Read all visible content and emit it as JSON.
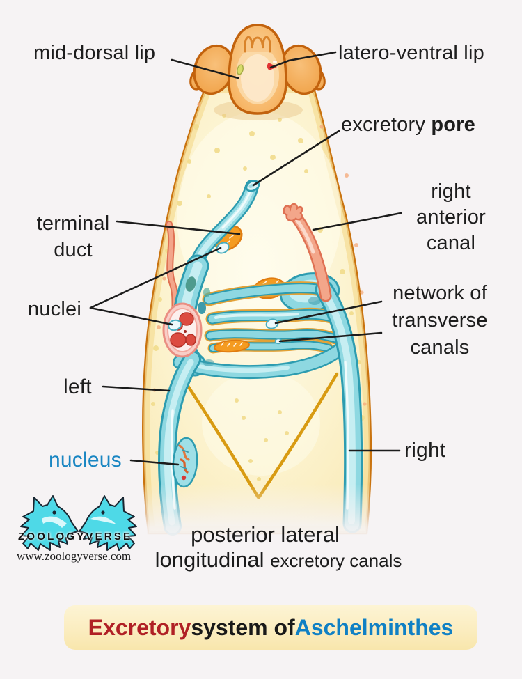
{
  "diagram": {
    "labels": {
      "mid_dorsal_lip": "mid-dorsal lip",
      "latero_ventral_lip": "latero-ventral lip",
      "excretory_pore_prefix": "excretory ",
      "excretory_pore_bold": "pore",
      "terminal_duct": {
        "line1": "terminal",
        "line2": "duct"
      },
      "nuclei": "nuclei",
      "right_anterior_canal": {
        "line1": "right",
        "line2": "anterior",
        "line3": "canal"
      },
      "network_transverse": {
        "line1": "network of",
        "line2": "transverse",
        "line3": "canals"
      },
      "left_canal": "left",
      "right_canal": "right",
      "nucleus": "nucleus"
    },
    "caption": {
      "line1": "posterior lateral",
      "line2_emphasis": "longitudinal ",
      "line2_rest": "excretory canals"
    }
  },
  "branding": {
    "logo_text": "ZOOLOGYVERSE",
    "website": "www.zoologyverse.com"
  },
  "title": {
    "part1": "Excretory",
    "part2": " system of ",
    "part3": "Aschelminthes"
  },
  "colors": {
    "nucleus_label": "#1A86C2",
    "title_red": "#B02025",
    "title_blue": "#1080C4",
    "canal_cyan": "#8ED8E1",
    "canal_edge": "#2D9CB0",
    "salmon_canal": "#F3A68A",
    "body_outline": "#C9730F",
    "gold_border": "#D89B12",
    "logo_cyan": "#4ED9E7"
  }
}
